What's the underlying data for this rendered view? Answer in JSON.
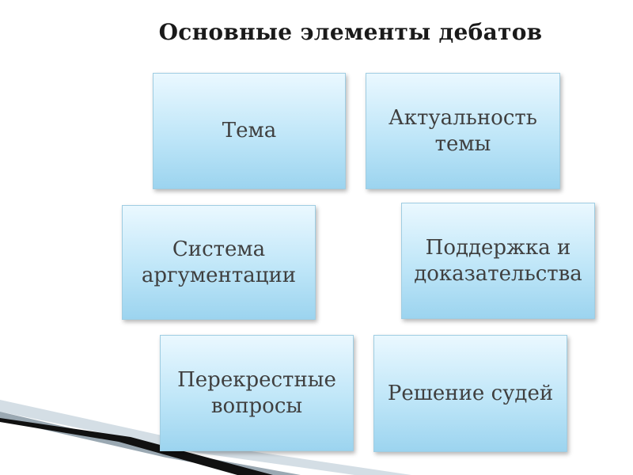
{
  "slide": {
    "title": "Основные элементы дебатов",
    "boxes": [
      {
        "line1": "Тема",
        "line2": ""
      },
      {
        "line1": "Актуальность",
        "line2": "темы"
      },
      {
        "line1": "Система",
        "line2": "аргументации"
      },
      {
        "line1": "Поддержка и",
        "line2": "доказательства"
      },
      {
        "line1": "Перекрестные",
        "line2": "вопросы"
      },
      {
        "line1": "Решение судей",
        "line2": ""
      }
    ]
  },
  "colors": {
    "box_fill_top": "#eaf8ff",
    "box_fill_bottom": "#9cd4ef",
    "box_border": "#9fcde2",
    "text": "#3f3f3f",
    "title": "#1a1a1a",
    "decor_dark": "#111111",
    "decor_light": "#c9d5dd"
  }
}
